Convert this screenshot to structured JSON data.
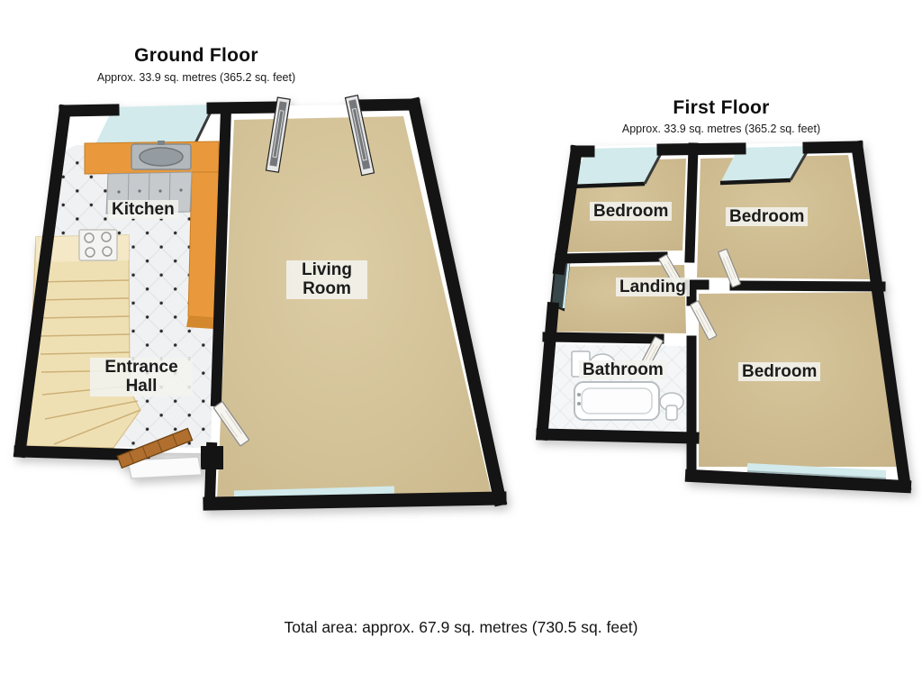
{
  "document_type": "floorplan",
  "total_area_label": "Total area: approx. 67.9 sq. metres (730.5 sq. feet)",
  "floors": [
    {
      "name": "Ground Floor",
      "area": "Approx. 33.9 sq. metres (365.2 sq. feet)",
      "rooms": [
        "Kitchen",
        "Living Room",
        "Entrance Hall"
      ]
    },
    {
      "name": "First Floor",
      "area": "Approx. 33.9 sq. metres (365.2 sq. feet)",
      "rooms": [
        "Bedroom",
        "Bedroom",
        "Landing",
        "Bathroom",
        "Bedroom"
      ]
    }
  ],
  "colors": {
    "wall": "#141414",
    "carpet_living": "#d8c79d",
    "carpet_bedroom": "#cfbd92",
    "window_glass": "#d2eaec",
    "stair_window_glass": "#37474a",
    "kitchen_counter": "#e9993b",
    "cabinet_grey": "#c6cacd",
    "stairs_cream": "#efe0b4",
    "front_door_wood": "#b06f2e",
    "interior_door_white": "#f7f5ef",
    "french_door_grey": "#75787b",
    "tile_floor": "#f0f1f3",
    "label_background": "#f3f2ee"
  }
}
